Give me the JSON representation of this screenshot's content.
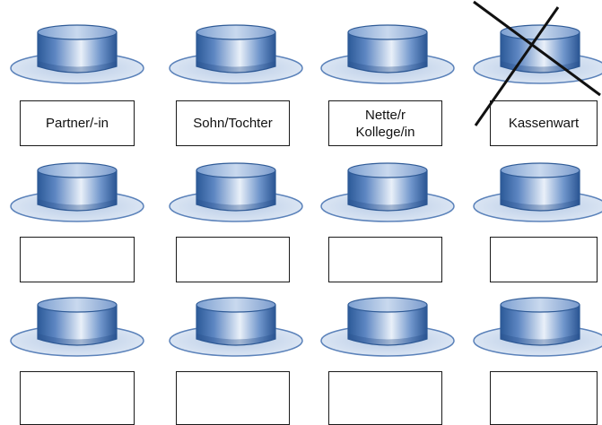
{
  "colors": {
    "hat_dark": "#2f5f9d",
    "hat_mid": "#6f94c9",
    "hat_light": "#e4ecf7",
    "brim_fill": "#d6e2f2",
    "brim_stroke": "#5a80b8",
    "cross": "#111111",
    "box_border": "#1a1a1a"
  },
  "roles": {
    "row1": [
      "Partner/-in",
      "Sohn/Tochter",
      "Nette/r\nKollege/in",
      "Kassenwart"
    ],
    "row2": [
      "",
      "",
      "",
      ""
    ],
    "row3": [
      "",
      "",
      "",
      ""
    ]
  },
  "crossed_out": "Kassenwart",
  "icons": {
    "hat": "top-hat-icon",
    "cross": "cross-out-icon"
  }
}
